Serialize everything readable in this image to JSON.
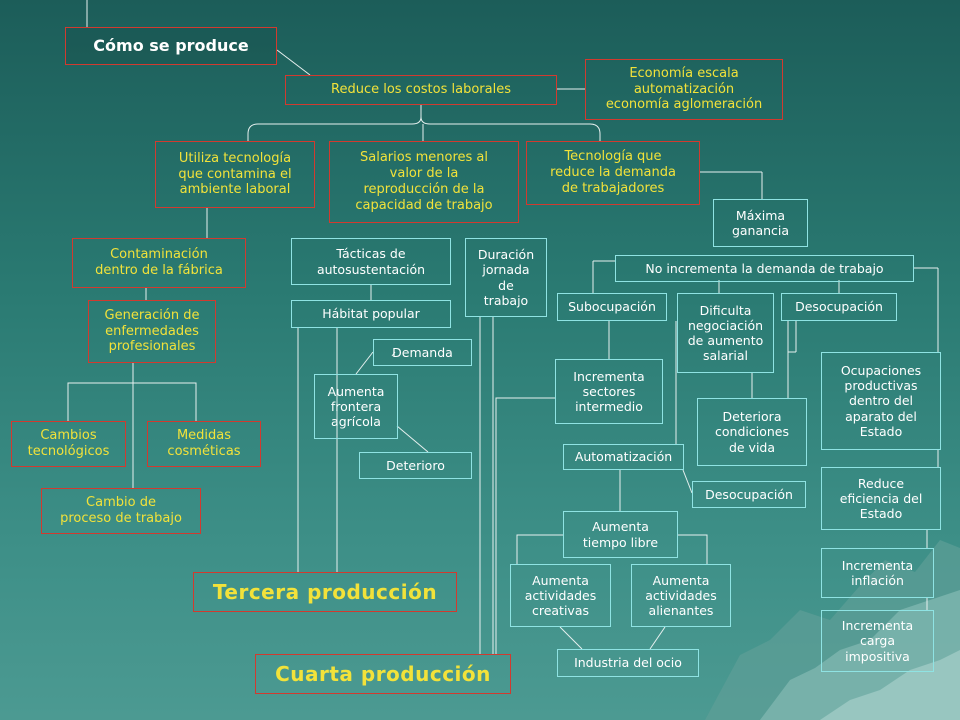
{
  "title": "Cómo se produce",
  "nodes": {
    "reduce_costos": "Reduce los costos laborales",
    "economia": "Economía escala\nautomatización\neconomía aglomeración",
    "utiliza_tecnologia": "Utiliza tecnología\nque contamina el\nambiente laboral",
    "salarios": "Salarios menores al\nvalor de la\nreproducción de la\ncapacidad de trabajo",
    "tecnologia_reduce": "Tecnología que\nreduce la demanda\nde trabajadores",
    "maxima_ganancia": "Máxima\nganancia",
    "contaminacion": "Contaminación\ndentro de la fábrica",
    "tacticas": "Tácticas de\nautosustentación",
    "duracion": "Duración\njornada\nde\ntrabajo",
    "no_incrementa": "No incrementa la demanda de trabajo",
    "generacion": "Generación de\nenfermedades\nprofesionales",
    "habitat": "Hábitat popular",
    "subocupacion": "Subocupación",
    "dificulta": "Dificulta\nnegociación\nde aumento\nsalarial",
    "desocupacion_1": "Desocupación",
    "demanda": "Demanda",
    "aumenta_frontera": "Aumenta\nfrontera\nagrícola",
    "incrementa_sectores": "Incrementa\nsectores\nintermedio",
    "ocupaciones": "Ocupaciones\nproductivas\ndentro del\naparato del\nEstado",
    "deteriora": "Deteriora\ncondiciones\nde vida",
    "cambios": "Cambios\ntecnológicos",
    "medidas": "Medidas\ncosméticas",
    "automatizacion": "Automatización",
    "deterioro": "Deterioro",
    "reduce_eficiencia": "Reduce\neficiencia del\nEstado",
    "desocupacion_2": "Desocupación",
    "cambio_proceso": "Cambio de\nproceso de trabajo",
    "aumenta_tiempo": "Aumenta\ntiempo libre",
    "incrementa_inflacion": "Incrementa\ninflación",
    "aumenta_creativas": "Aumenta\nactividades\ncreativas",
    "aumenta_alienantes": "Aumenta\nactividades\nalienantes",
    "tercera": "Tercera producción",
    "incrementa_carga": "Incrementa\ncarga\nimpositiva",
    "industria_ocio": "Industria del ocio",
    "cuarta": "Cuarta producción"
  }
}
